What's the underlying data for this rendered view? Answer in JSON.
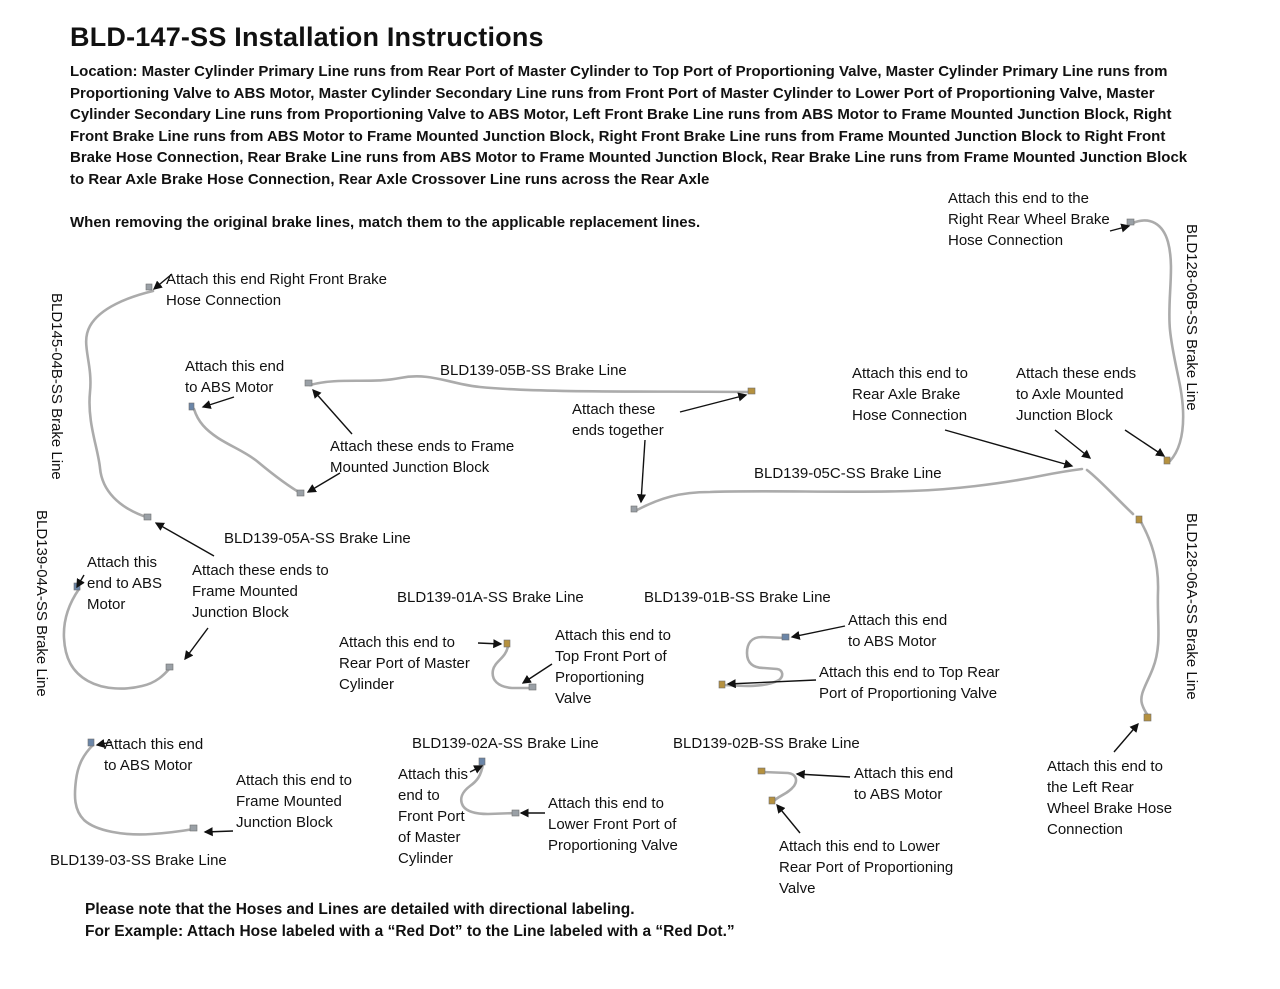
{
  "page": {
    "title": "BLD-147-SS Installation Instructions",
    "location_paragraph": "Location: Master Cylinder Primary Line runs from Rear Port of Master Cylinder to Top Port of Proportioning Valve, Master Cylinder Primary Line runs from\nProportioning Valve to ABS Motor, Master Cylinder Secondary Line runs from Front Port of Master Cylinder to Lower Port of Proportioning Valve, Master\nCylinder Secondary Line runs from Proportioning Valve to ABS Motor, Left Front Brake Line runs from ABS Motor to Frame Mounted Junction Block, Right\nFront Brake Line runs from ABS Motor to Frame Mounted Junction Block, Right Front Brake Line runs from Frame Mounted Junction Block to Right Front\nBrake Hose Connection, Rear Brake Line runs from ABS Motor to Frame Mounted Junction Block, Rear Brake Line runs from Frame Mounted Junction Block\nto Rear Axle Brake Hose Connection, Rear Axle Crossover Line runs across the Rear Axle",
    "note": "When removing the original brake lines, match them to the applicable replacement lines.",
    "footer_line1": "Please note that the Hoses and Lines are detailed with directional labeling.",
    "footer_line2": "For Example: Attach Hose labeled with a “Red Dot” to the Line labeled with a “Red Dot.”"
  },
  "line_names": {
    "bld145_04b": "BLD145-04B-SS Brake Line",
    "bld139_05b": "BLD139-05B-SS Brake Line",
    "bld139_05c": "BLD139-05C-SS Brake Line",
    "bld139_05a": "BLD139-05A-SS Brake Line",
    "bld139_04a": "BLD139-04A-SS Brake Line",
    "bld139_01a": "BLD139-01A-SS Brake Line",
    "bld139_01b": "BLD139-01B-SS Brake Line",
    "bld139_02a": "BLD139-02A-SS Brake Line",
    "bld139_02b": "BLD139-02B-SS Brake Line",
    "bld139_03": "BLD139-03-SS Brake Line",
    "bld128_06b": "BLD128-06B-SS Brake Line",
    "bld128_06a": "BLD128-06A-SS Brake Line"
  },
  "annotations": {
    "right_front_hose": "Attach this end Right Front Brake\nHose Connection",
    "abs_motor_top": "Attach this end\nto ABS Motor",
    "frame_jb_2line": "Attach these ends to Frame\nMounted Junction Block",
    "ends_together": "Attach these\nends together",
    "right_rear_wheel": "Attach this end to the\nRight Rear Wheel Brake\nHose Connection",
    "rear_axle_hose": "Attach this end to\nRear Axle Brake\nHose Connection",
    "axle_jb": "Attach these ends\nto Axle Mounted\nJunction Block",
    "abs_motor_left": "Attach this\nend to ABS\nMotor",
    "frame_jb_3line": "Attach these ends to\nFrame Mounted\nJunction Block",
    "rear_port_mc": "Attach this end to\nRear Port of Master\nCylinder",
    "top_front_port": "Attach this end to\nTop Front Port of\nProportioning\nValve",
    "abs_motor_01b": "Attach this end\nto ABS Motor",
    "top_rear_port": "Attach this end to Top Rear\nPort of Proportioning Valve",
    "abs_motor_bottom_left": "Attach this end\nto ABS Motor",
    "frame_jb_bottom": "Attach this end to\nFrame Mounted\nJunction Block",
    "front_port_mc": "Attach this\nend to\nFront Port\nof Master\nCylinder",
    "lower_front_port": "Attach this end to\nLower Front Port of\nProportioning Valve",
    "abs_motor_02b": "Attach this end\nto ABS Motor",
    "lower_rear_port": "Attach this end to Lower\nRear Port of Proportioning\nValve",
    "left_rear_wheel": "Attach this end to\nthe Left Rear\nWheel Brake Hose\nConnection"
  },
  "colors": {
    "text": "#111111",
    "line_gray": "#ababab",
    "fitting_gold": "#b5913f",
    "fitting_blue": "#6b86a8",
    "fitting_silver": "#9aa0a6"
  }
}
